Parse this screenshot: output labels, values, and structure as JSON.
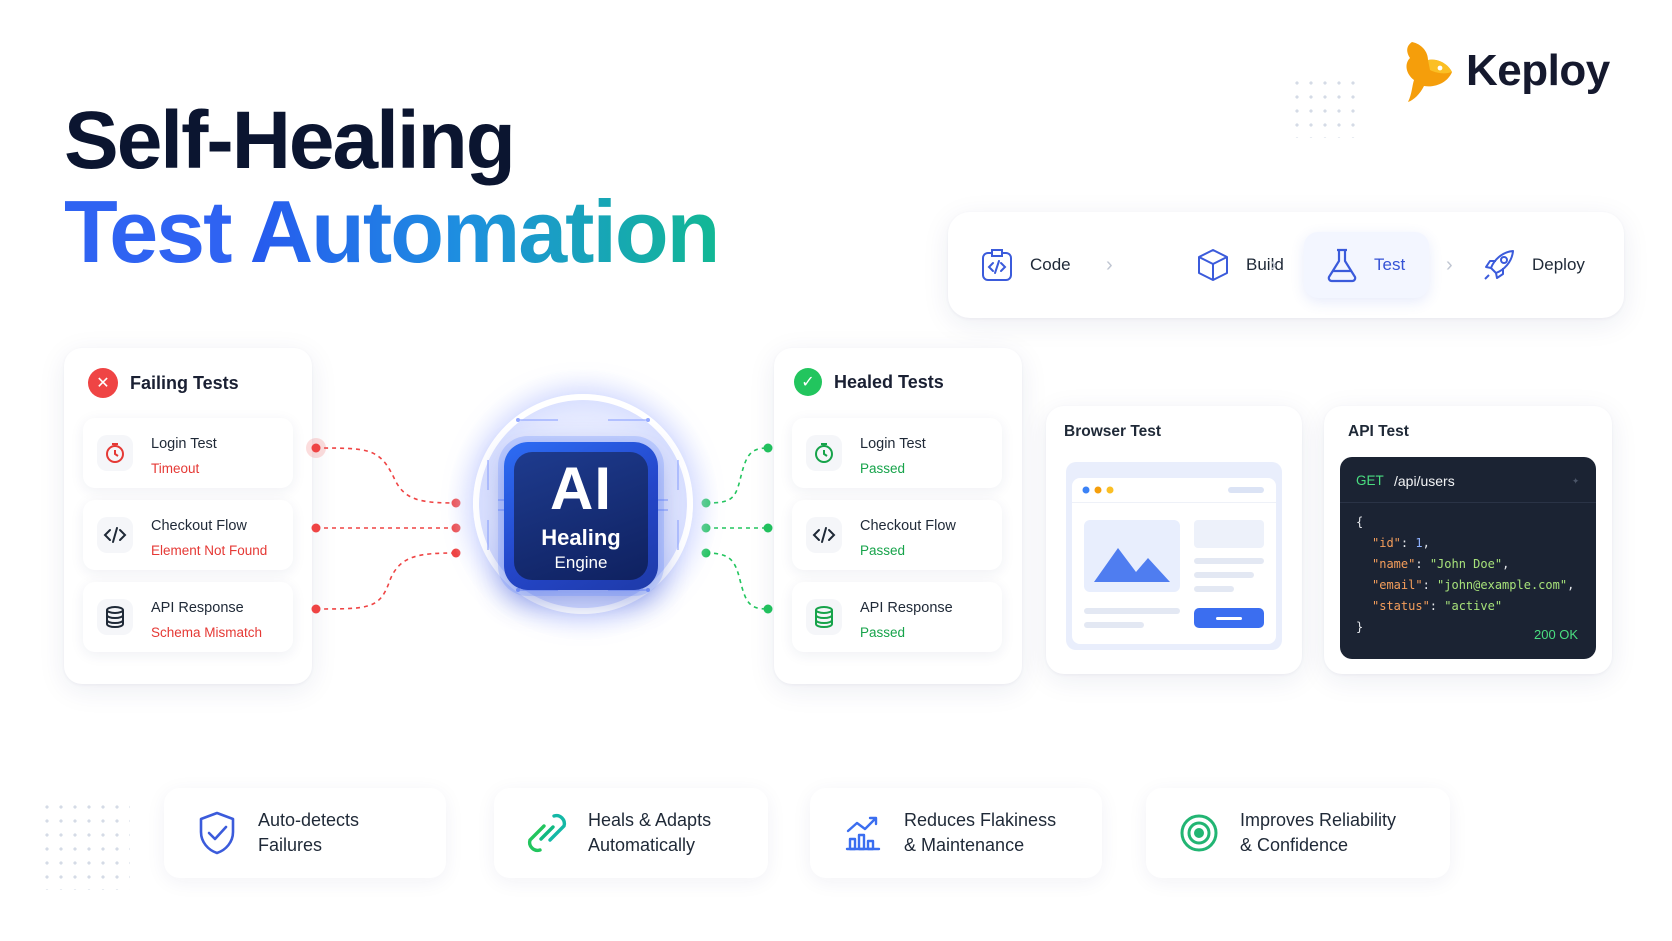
{
  "brand": {
    "name": "Keploy",
    "accent": "#f59e0b"
  },
  "title": {
    "line1": "Self-Healing",
    "line2_word1": "Test",
    "line2_word2": "Automation"
  },
  "pipeline": {
    "steps": [
      {
        "label": "Code",
        "icon": "code-clipboard-icon"
      },
      {
        "label": "Build",
        "icon": "cube-icon"
      },
      {
        "label": "Test",
        "icon": "flask-icon",
        "active": true
      },
      {
        "label": "Deploy",
        "icon": "rocket-icon"
      }
    ]
  },
  "failing": {
    "title": "Failing Tests",
    "color": "#e53935",
    "items": [
      {
        "name": "Login Test",
        "status": "Timeout",
        "icon": "clock-icon"
      },
      {
        "name": "Checkout Flow",
        "status": "Element Not Found",
        "icon": "code-icon"
      },
      {
        "name": "API Response",
        "status": "Schema Mismatch",
        "icon": "database-icon"
      }
    ]
  },
  "engine": {
    "big": "AI",
    "line1": "Healing",
    "line2": "Engine"
  },
  "healed": {
    "title": "Healed Tests",
    "color": "#16a34a",
    "items": [
      {
        "name": "Login Test",
        "status": "Passed",
        "icon": "clock-icon"
      },
      {
        "name": "Checkout Flow",
        "status": "Passed",
        "icon": "code-icon"
      },
      {
        "name": "API Response",
        "status": "Passed",
        "icon": "database-icon"
      }
    ]
  },
  "browser_test": {
    "title": "Browser Test"
  },
  "api_test": {
    "title": "API Test",
    "method": "GET",
    "path": "/api/users",
    "body": {
      "open": "{",
      "id_key": "\"id\"",
      "id_val": "1",
      "name_key": "\"name\"",
      "name_val": "\"John Doe\"",
      "email_key": "\"email\"",
      "email_val": "\"john@example.com\"",
      "status_key": "\"status\"",
      "status_val": "\"active\"",
      "close": "}"
    },
    "response": "200 OK"
  },
  "features": [
    {
      "line1": "Auto-detects",
      "line2": "Failures",
      "icon": "shield-check-icon"
    },
    {
      "line1": "Heals & Adapts",
      "line2": "Automatically",
      "icon": "link-heal-icon"
    },
    {
      "line1": "Reduces Flakiness",
      "line2": "& Maintenance",
      "icon": "chart-trend-icon"
    },
    {
      "line1": "Improves Reliability",
      "line2": "& Confidence",
      "icon": "target-icon"
    }
  ]
}
